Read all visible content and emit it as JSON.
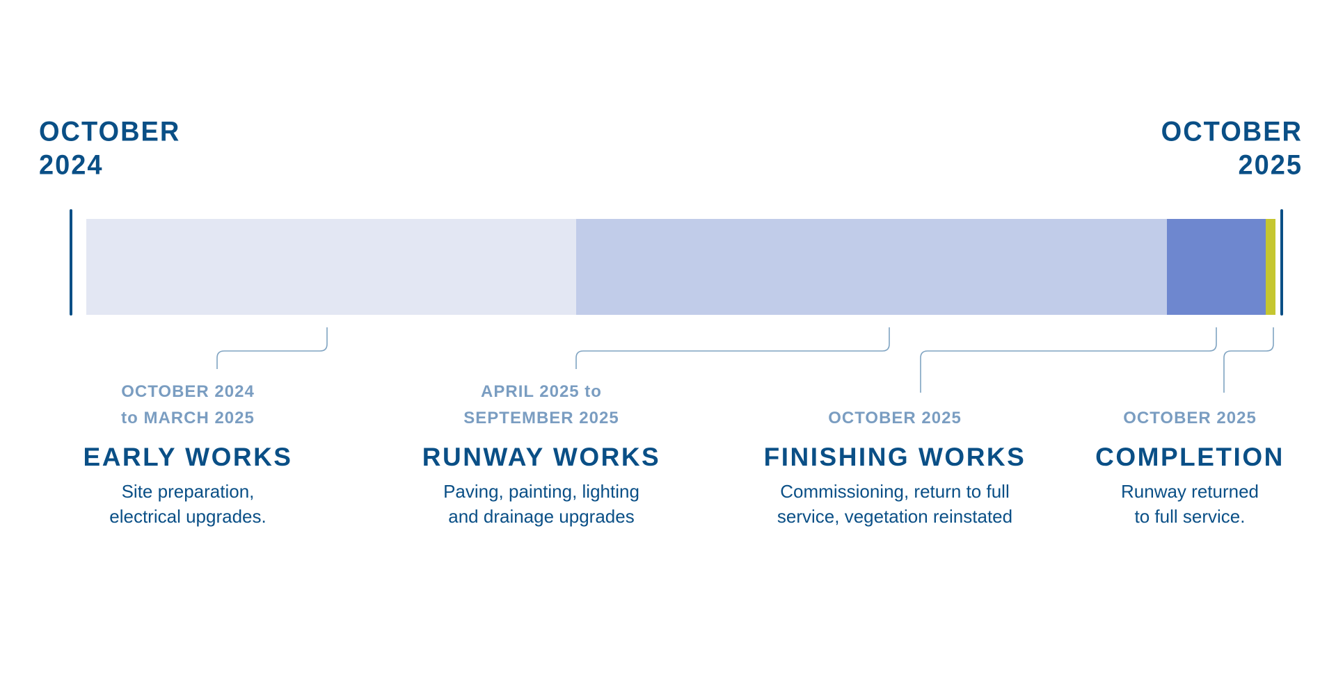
{
  "start_label": {
    "line1": "OCTOBER",
    "line2": "2024"
  },
  "end_label": {
    "line1": "OCTOBER",
    "line2": "2025"
  },
  "colors": {
    "text": "#0a4f86",
    "date": "#7a9dc1",
    "connector": "#7fa3c1"
  },
  "phases": [
    {
      "date_line1": "OCTOBER 2024",
      "date_line2": "to MARCH 2025",
      "title": "EARLY WORKS",
      "desc_line1": "Site preparation,",
      "desc_line2": "electrical upgrades.",
      "share": 0.412,
      "color": "#e3e7f3"
    },
    {
      "date_line1": "APRIL 2025 to",
      "date_line2": "SEPTEMBER 2025",
      "title": "RUNWAY WORKS",
      "desc_line1": "Paving, painting, lighting",
      "desc_line2": "and drainage upgrades",
      "share": 0.497,
      "color": "#c1cce9"
    },
    {
      "date_line1": "",
      "date_line2": "OCTOBER 2025",
      "title": "FINISHING WORKS",
      "desc_line1": "Commissioning, return to full",
      "desc_line2": "service, vegetation reinstated",
      "share": 0.083,
      "color": "#6e87cf"
    },
    {
      "date_line1": "",
      "date_line2": "OCTOBER 2025",
      "title": "COMPLETION",
      "desc_line1": "Runway returned",
      "desc_line2": "to full service.",
      "share": 0.008,
      "color": "#c5c630"
    }
  ]
}
